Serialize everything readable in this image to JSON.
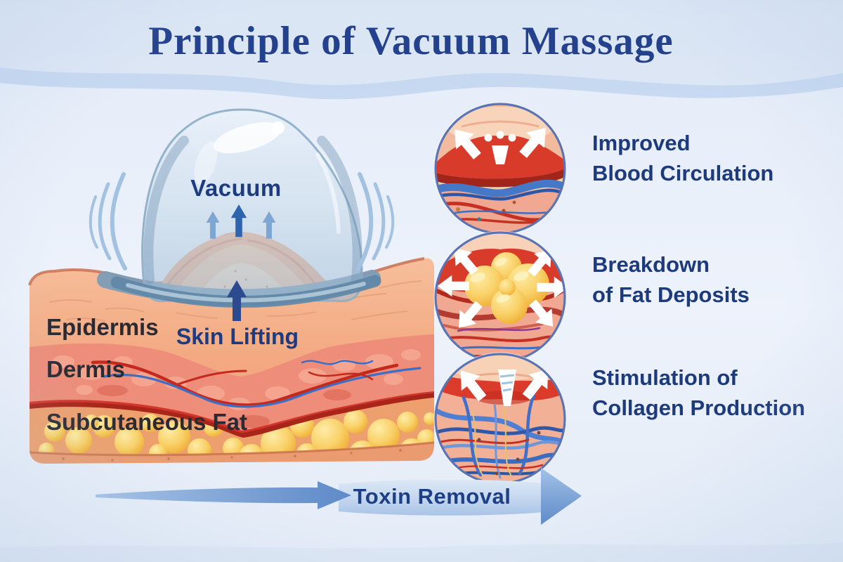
{
  "title": "Principle of Vacuum Massage",
  "cup": {
    "label": "Vacuum"
  },
  "skin_diagram": {
    "lifting_label": "Skin Lifting",
    "layers": [
      {
        "label": "Epidermis"
      },
      {
        "label": "Dermis"
      },
      {
        "label": "Subcutaneous Fat"
      }
    ]
  },
  "benefits": [
    {
      "icon": "blood-circulation-illustration",
      "line1": "Improved",
      "line2": "Blood Circulation"
    },
    {
      "icon": "fat-breakdown-illustration",
      "line1": "Breakdown",
      "line2": "of Fat Deposits"
    },
    {
      "icon": "collagen-stimulation-illustration",
      "line1": "Stimulation of",
      "line2": "Collagen Production"
    }
  ],
  "toxin_arrow": {
    "label": "Toxin Removal"
  },
  "colors": {
    "title_text": "#24418e",
    "accent_text": "#1c3a7c",
    "layer_text": "#2b2a33",
    "background": "#e9f0f9",
    "wave_band": "#c5d8f0",
    "circle_ring": "#5a74b6",
    "cup_glass": "#b9d0e2",
    "skin_tone": "#f3a981",
    "dermis_tone": "#ee8d79",
    "fat_tone": "#f9d168",
    "vessel_red": "#c3291d",
    "vessel_blue": "#3c6ec6",
    "toxin_arrow_blue": "#5e8ac8",
    "toxin_band": "#c9daf0"
  }
}
